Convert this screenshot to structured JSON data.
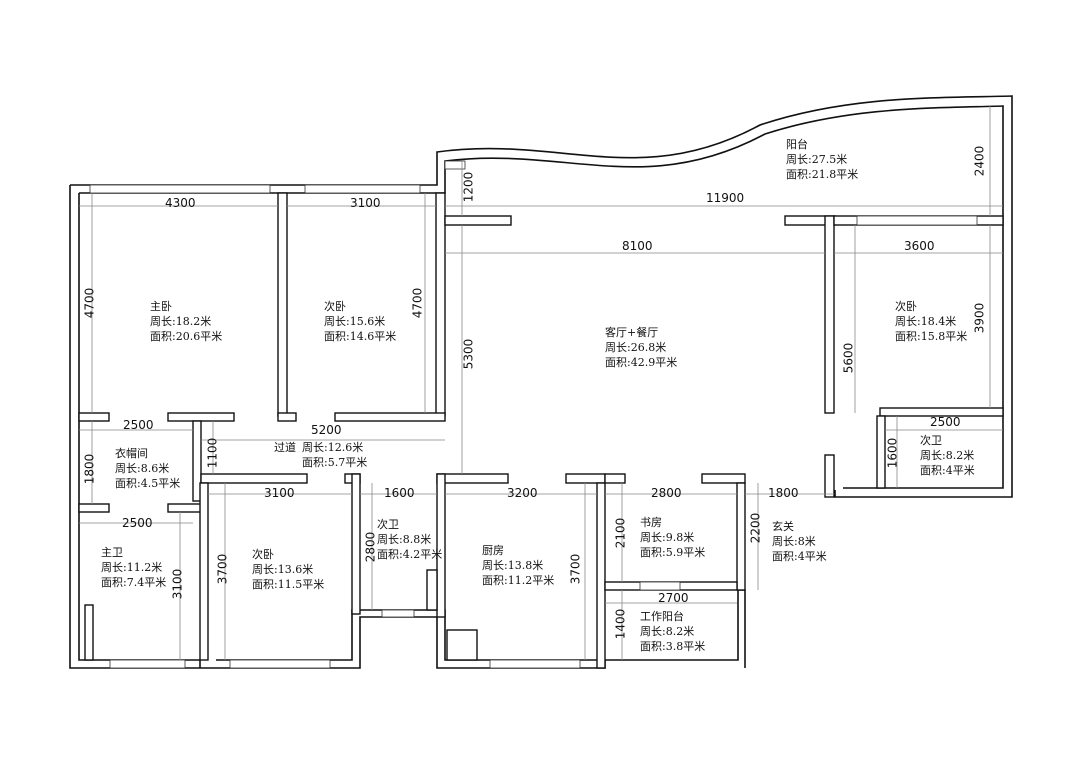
{
  "rooms": {
    "balcony": {
      "name": "阳台",
      "perimeter": "周长:27.5米",
      "area": "面积:21.8平米"
    },
    "master_bedroom": {
      "name": "主卧",
      "perimeter": "周长:18.2米",
      "area": "面积:20.6平米"
    },
    "second_bedroom_a": {
      "name": "次卧",
      "perimeter": "周长:15.6米",
      "area": "面积:14.6平米"
    },
    "living_dining": {
      "name": "客厅+餐厅",
      "perimeter": "周长:26.8米",
      "area": "面积:42.9平米"
    },
    "second_bedroom_b": {
      "name": "次卧",
      "perimeter": "周长:18.4米",
      "area": "面积:15.8平米"
    },
    "second_bath_right": {
      "name": "次卫",
      "perimeter": "周长:8.2米",
      "area": "面积:4平米"
    },
    "closet": {
      "name": "衣帽间",
      "perimeter": "周长:8.6米",
      "area": "面积:4.5平米"
    },
    "corridor": {
      "name": "过道",
      "perimeter": "周长:12.6米",
      "area": "面积:5.7平米"
    },
    "master_bath": {
      "name": "主卫",
      "perimeter": "周长:11.2米",
      "area": "面积:7.4平米"
    },
    "second_bedroom_c": {
      "name": "次卧",
      "perimeter": "周长:13.6米",
      "area": "面积:11.5平米"
    },
    "second_bath_mid": {
      "name": "次卫",
      "perimeter": "周长:8.8米",
      "area": "面积:4.2平米"
    },
    "kitchen": {
      "name": "厨房",
      "perimeter": "周长:13.8米",
      "area": "面积:11.2平米"
    },
    "study": {
      "name": "书房",
      "perimeter": "周长:9.8米",
      "area": "面积:5.9平米"
    },
    "entrance": {
      "name": "玄关",
      "perimeter": "周长:8米",
      "area": "面积:4平米"
    },
    "work_balcony": {
      "name": "工作阳台",
      "perimeter": "周长:8.2米",
      "area": "面积:3.8平米"
    }
  },
  "dimensions": {
    "d4300": "4300",
    "d3100_top": "3100",
    "d11900": "11900",
    "d1200": "1200",
    "d2400": "2400",
    "d8100": "8100",
    "d3600": "3600",
    "d4700_left": "4700",
    "d4700_mid": "4700",
    "d5300": "5300",
    "d5600": "5600",
    "d3900": "3900",
    "d2500_closet": "2500",
    "d5200": "5200",
    "d2500_bath": "2500",
    "d1800_closet": "1800",
    "d1100": "1100",
    "d1600_bath": "1600",
    "d3100_mid": "3100",
    "d1600_mid": "1600",
    "d3200": "3200",
    "d2800_study": "2800",
    "d1800_entry": "1800",
    "d2500_master_bath": "2500",
    "d2800_bath": "2800",
    "d3700_bed": "3700",
    "d3700_kitchen": "3700",
    "d2100": "2100",
    "d2200": "2200",
    "d3100_bath": "3100",
    "d2700": "2700",
    "d1400": "1400"
  }
}
